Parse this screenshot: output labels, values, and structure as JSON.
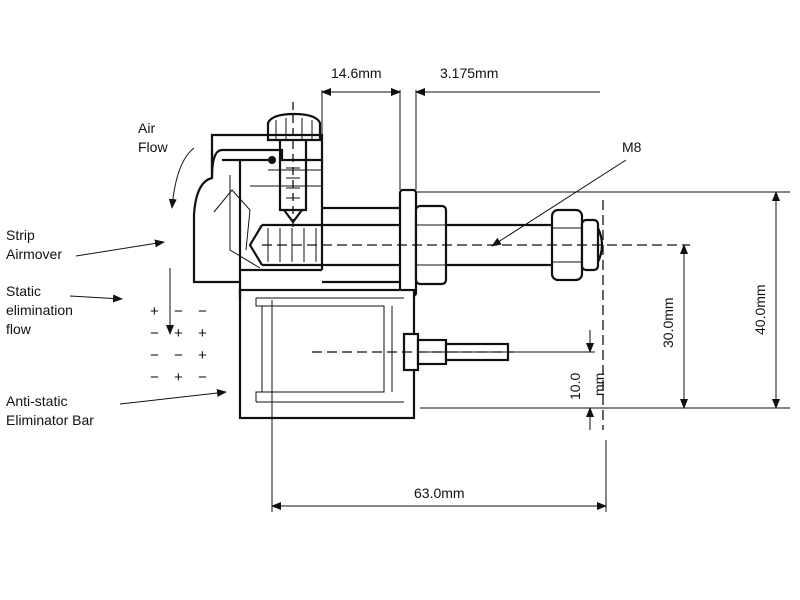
{
  "labels": {
    "air_flow": [
      "Air",
      "Flow"
    ],
    "strip_airmover": [
      "Strip",
      "Airmover"
    ],
    "static_flow": [
      "Static",
      "elimination",
      "flow"
    ],
    "anti_static_bar": [
      "Anti-static",
      "Eliminator Bar"
    ],
    "m8": "M8"
  },
  "dimensions": {
    "d1": "14.6mm",
    "d2": "3.175mm",
    "d3": "30.0mm",
    "d4": "40.0mm",
    "d5_value": "10.0",
    "d5_unit": "mm",
    "d6": "63.0mm"
  },
  "signs": {
    "row1": [
      "+",
      "−",
      "−"
    ],
    "row2": [
      "−",
      "+",
      "+"
    ],
    "row3": [
      "−",
      "−",
      "+"
    ],
    "row4": [
      "−",
      "+",
      "−"
    ]
  }
}
